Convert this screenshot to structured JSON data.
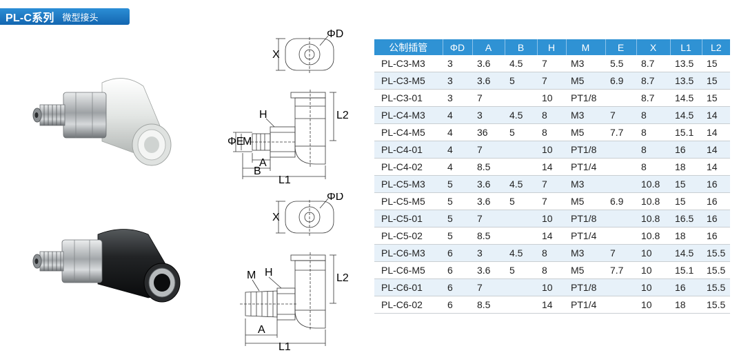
{
  "title": {
    "series": "PL-C系列",
    "subtitle": "微型接头"
  },
  "drawing_labels": {
    "top": {
      "x": "X",
      "d": "ΦD",
      "h": "H",
      "l2": "L2",
      "e": "ΦE",
      "m": "M",
      "a": "A",
      "b": "B",
      "l1": "L1"
    },
    "bottom": {
      "x": "X",
      "d": "ΦD",
      "m": "M",
      "h": "H",
      "l2": "L2",
      "a": "A",
      "l1": "L1"
    }
  },
  "table": {
    "headers": [
      "公制插管",
      "ΦD",
      "A",
      "B",
      "H",
      "M",
      "E",
      "X",
      "L1",
      "L2"
    ],
    "rows": [
      [
        "PL-C3-M3",
        "3",
        "3.6",
        "4.5",
        "7",
        "M3",
        "5.5",
        "8.7",
        "13.5",
        "15"
      ],
      [
        "PL-C3-M5",
        "3",
        "3.6",
        "5",
        "7",
        "M5",
        "6.9",
        "8.7",
        "13.5",
        "15"
      ],
      [
        "PL-C3-01",
        "3",
        "7",
        "",
        "10",
        "PT1/8",
        "",
        "8.7",
        "14.5",
        "15"
      ],
      [
        "PL-C4-M3",
        "4",
        "3",
        "4.5",
        "8",
        "M3",
        "7",
        "8",
        "14.5",
        "14"
      ],
      [
        "PL-C4-M5",
        "4",
        "36",
        "5",
        "8",
        "M5",
        "7.7",
        "8",
        "15.1",
        "14"
      ],
      [
        "PL-C4-01",
        "4",
        "7",
        "",
        "10",
        "PT1/8",
        "",
        "8",
        "16",
        "14"
      ],
      [
        "PL-C4-02",
        "4",
        "8.5",
        "",
        "14",
        "PT1/4",
        "",
        "8",
        "18",
        "14"
      ],
      [
        "PL-C5-M3",
        "5",
        "3.6",
        "4.5",
        "7",
        "M3",
        "",
        "10.8",
        "15",
        "16"
      ],
      [
        "PL-C5-M5",
        "5",
        "3.6",
        "5",
        "7",
        "M5",
        "6.9",
        "10.8",
        "15",
        "16"
      ],
      [
        "PL-C5-01",
        "5",
        "7",
        "",
        "10",
        "PT1/8",
        "",
        "10.8",
        "16.5",
        "16"
      ],
      [
        "PL-C5-02",
        "5",
        "8.5",
        "",
        "14",
        "PT1/4",
        "",
        "10.8",
        "18",
        "16"
      ],
      [
        "PL-C6-M3",
        "6",
        "3",
        "4.5",
        "8",
        "M3",
        "7",
        "10",
        "14.5",
        "15.5"
      ],
      [
        "PL-C6-M5",
        "6",
        "3.6",
        "5",
        "8",
        "M5",
        "7.7",
        "10",
        "15.1",
        "15.5"
      ],
      [
        "PL-C6-01",
        "6",
        "7",
        "",
        "10",
        "PT1/8",
        "",
        "10",
        "16",
        "15.5"
      ],
      [
        "PL-C6-02",
        "6",
        "8.5",
        "",
        "14",
        "PT1/4",
        "",
        "10",
        "18",
        "15.5"
      ]
    ]
  },
  "colors": {
    "header_blue": "#2f92d4",
    "title_blue": "#1a74c2",
    "row_stripe": "#e7f1f9",
    "white_body": "#e6e8e6",
    "black_body": "#1a1c1e",
    "nickel": "#b9bcbe"
  }
}
